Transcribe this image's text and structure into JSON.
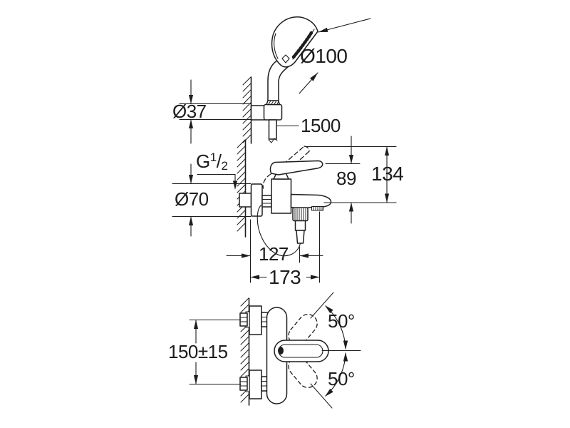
{
  "drawing": {
    "kind": "technical-dimension-drawing",
    "colors": {
      "line": "#1d1d1d",
      "background": "#ffffff"
    },
    "dimensions": {
      "hand_shower": {
        "head_diameter": "Ø100",
        "bracket_diameter": "Ø37",
        "hose_length": "1500"
      },
      "mixer_front": {
        "thread": {
          "prefix": "G",
          "sup": "1",
          "slash": "/",
          "sub": "2"
        },
        "escutcheon_diameter": "Ø70",
        "lever_height": "89",
        "lever_raised_height": "134",
        "outlet_offset": "127",
        "spout_reach": "173"
      },
      "mixer_top": {
        "mounting_distance": "150±15",
        "swivel_angle_up": "50°",
        "swivel_angle_down": "50°"
      }
    }
  }
}
